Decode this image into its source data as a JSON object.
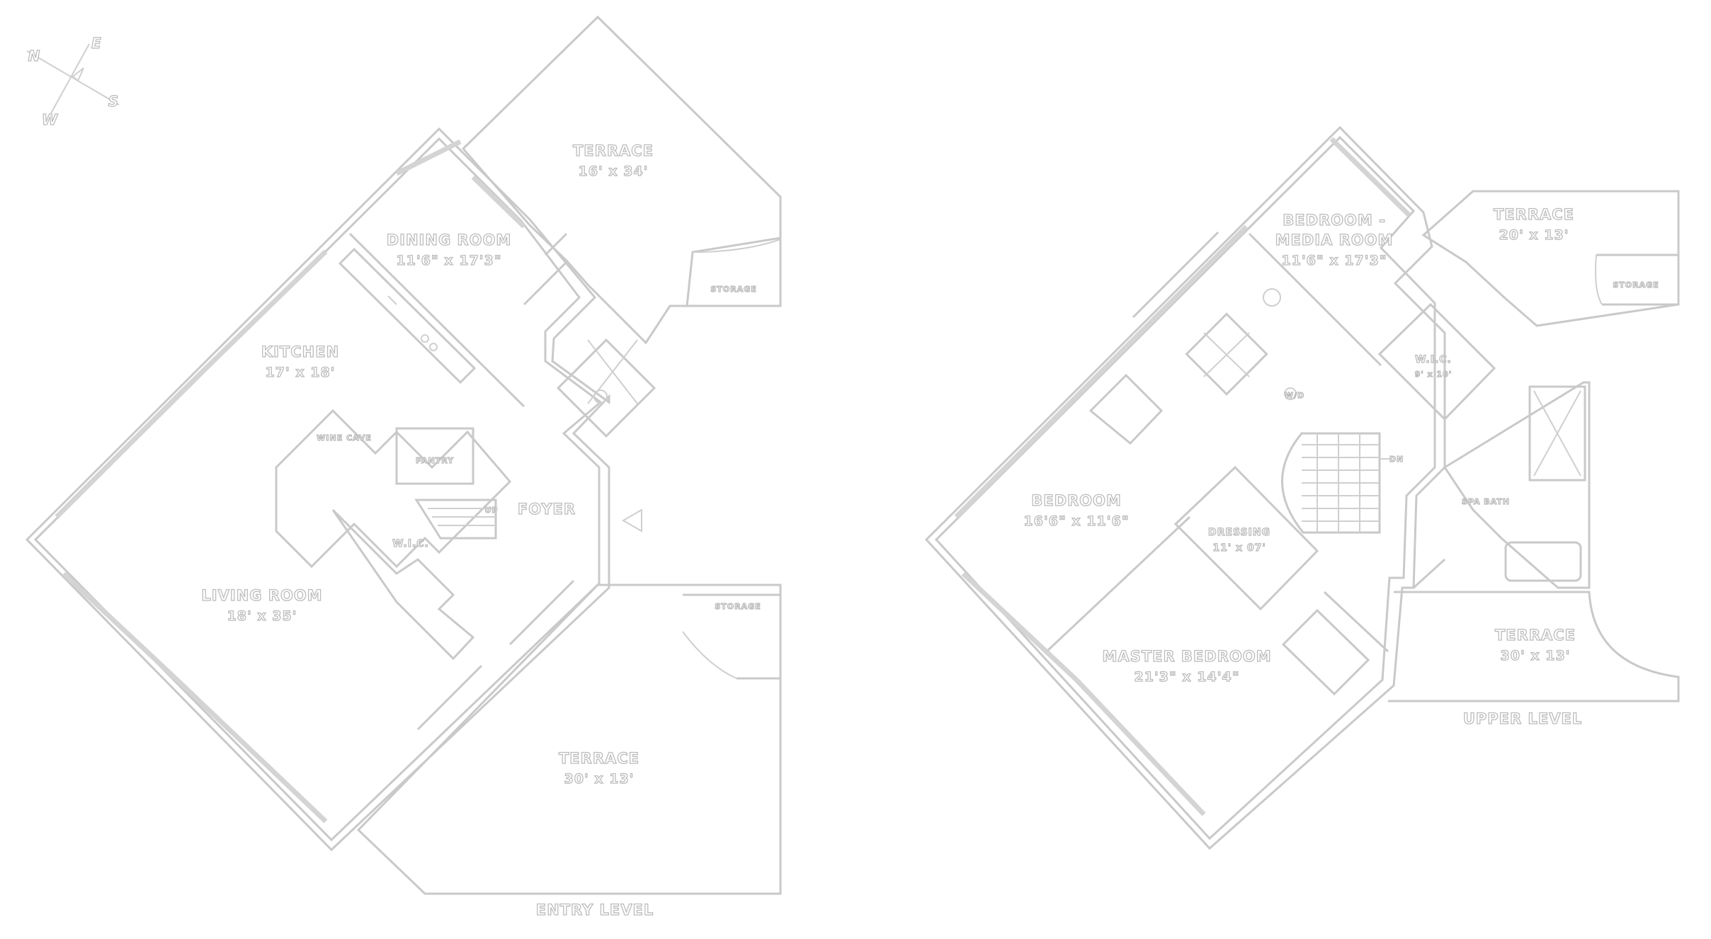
{
  "compass": {
    "n": "N",
    "e": "E",
    "s": "S",
    "w": "W"
  },
  "entry": {
    "level_label": "ENTRY LEVEL",
    "terrace_top": {
      "name": "TERRACE",
      "dims": "16' x 34'"
    },
    "dining_room": {
      "name": "DINING ROOM",
      "dims": "11'6\" x 17'3\""
    },
    "storage_top": "STORAGE",
    "kitchen": {
      "name": "KITCHEN",
      "dims": "17' x 18'"
    },
    "wine_cave": "WINE CAVE",
    "pantry": "PANTRY",
    "foyer": "FOYER",
    "up": "UP",
    "wic": "W.I.C.",
    "living_room": {
      "name": "LIVING ROOM",
      "dims": "18' x 35'"
    },
    "storage_bottom": "STORAGE",
    "terrace_bottom": {
      "name": "TERRACE",
      "dims": "30' x 13'"
    }
  },
  "upper": {
    "level_label": "UPPER LEVEL",
    "bedroom_media": {
      "name_line1": "BEDROOM -",
      "name_line2": "MEDIA ROOM",
      "dims": "11'6\" x 17'3\""
    },
    "terrace_top": {
      "name": "TERRACE",
      "dims": "20' x 13'"
    },
    "storage": "STORAGE",
    "wic": {
      "name": "W.I.C.",
      "dims": "9' x 10'"
    },
    "dn": "DN",
    "wd": "W/D",
    "bedroom": {
      "name": "BEDROOM",
      "dims": "16'6\" x 11'6\""
    },
    "dressing": {
      "name": "DRESSING",
      "dims": "11' x 07'"
    },
    "spa_bath": "SPA BATH",
    "master_bedroom": {
      "name": "MASTER BEDROOM",
      "dims": "21'3\" x 14'4\""
    },
    "terrace_bottom": {
      "name": "TERRACE",
      "dims": "30' x 13'"
    }
  }
}
